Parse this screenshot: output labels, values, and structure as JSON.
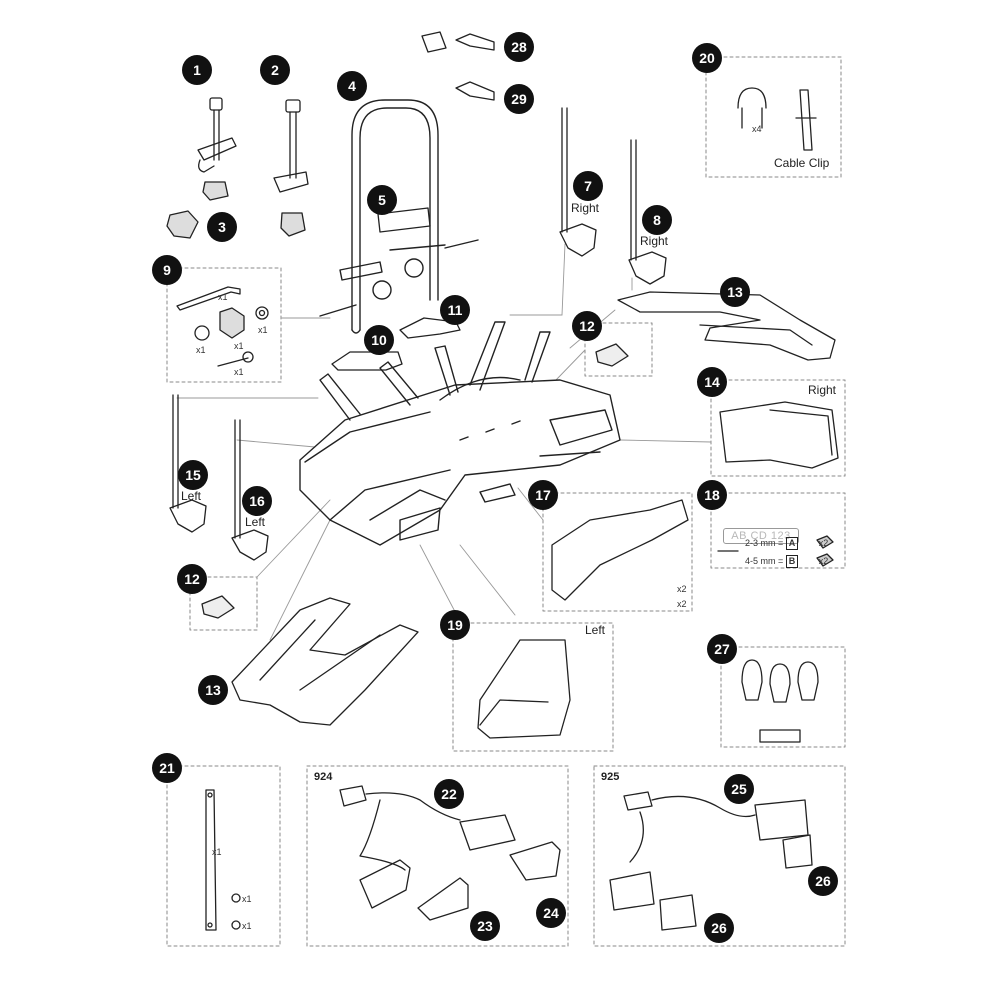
{
  "diagram": {
    "badges": [
      "1",
      "2",
      "3",
      "4",
      "5",
      "7",
      "8",
      "9",
      "10",
      "11",
      "12",
      "12",
      "13",
      "13",
      "14",
      "15",
      "16",
      "17",
      "18",
      "19",
      "20",
      "21",
      "22",
      "23",
      "24",
      "25",
      "26",
      "26",
      "27",
      "28",
      "29"
    ],
    "labels": {
      "right_7": "Right",
      "right_8": "Right",
      "right_14": "Right",
      "left_15": "Left",
      "left_16": "Left",
      "left_19": "Left",
      "cable_clip": "Cable Clip",
      "code_924": "924",
      "code_925": "925"
    },
    "quantities": {
      "x1": "x1",
      "x2": "x2",
      "x4": "x4"
    },
    "plate_text": "AB CD 123",
    "spacer_rows": [
      {
        "range": "2-3 mm =",
        "letter": "A",
        "qty": "x2"
      },
      {
        "range": "4-5 mm =",
        "letter": "B",
        "qty": "x2"
      }
    ]
  }
}
